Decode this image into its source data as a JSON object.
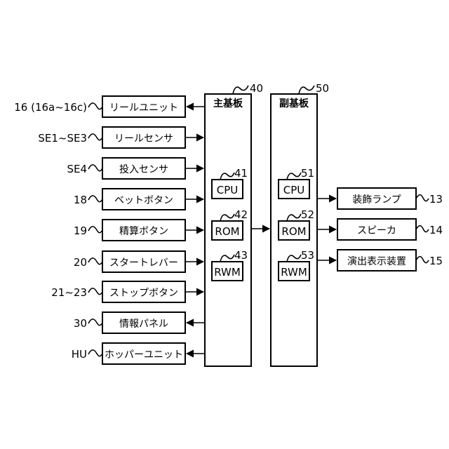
{
  "boards": {
    "main": {
      "title": "主基板",
      "ref": "40"
    },
    "sub": {
      "title": "副基板",
      "ref": "50"
    }
  },
  "main_chips": [
    {
      "label": "CPU",
      "ref": "41"
    },
    {
      "label": "ROM",
      "ref": "42"
    },
    {
      "label": "RWM",
      "ref": "43"
    }
  ],
  "sub_chips": [
    {
      "label": "CPU",
      "ref": "51"
    },
    {
      "label": "ROM",
      "ref": "52"
    },
    {
      "label": "RWM",
      "ref": "53"
    }
  ],
  "left_items": [
    {
      "label": "リールユニット",
      "ref": "16 (16a~16c)",
      "direction": "to-device"
    },
    {
      "label": "リールセンサ",
      "ref": "SE1~SE3",
      "direction": "to-board"
    },
    {
      "label": "投入センサ",
      "ref": "SE4",
      "direction": "to-board"
    },
    {
      "label": "ベットボタン",
      "ref": "18",
      "direction": "to-board"
    },
    {
      "label": "精算ボタン",
      "ref": "19",
      "direction": "to-board"
    },
    {
      "label": "スタートレバー",
      "ref": "20",
      "direction": "to-board"
    },
    {
      "label": "ストップボタン",
      "ref": "21~23",
      "direction": "to-board"
    },
    {
      "label": "情報パネル",
      "ref": "30",
      "direction": "to-device"
    },
    {
      "label": "ホッパーユニット",
      "ref": "HU",
      "direction": "to-device"
    }
  ],
  "right_items": [
    {
      "label": "装飾ランプ",
      "ref": "13"
    },
    {
      "label": "スピーカ",
      "ref": "14"
    },
    {
      "label": "演出表示装置",
      "ref": "15"
    }
  ]
}
